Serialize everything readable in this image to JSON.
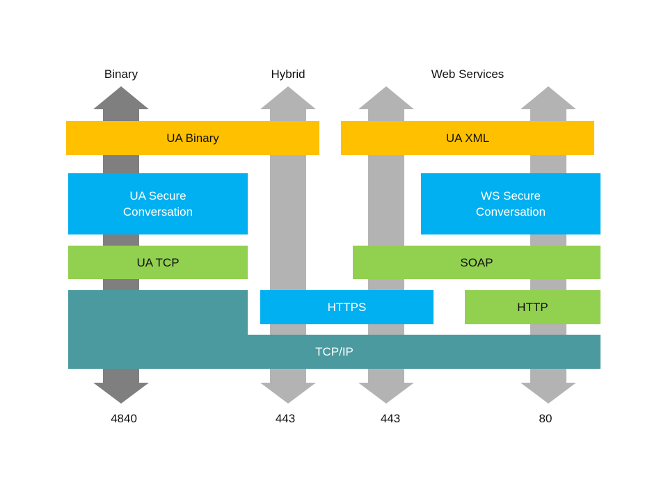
{
  "headers": {
    "binary": "Binary",
    "hybrid": "Hybrid",
    "web_services": "Web Services"
  },
  "ports": {
    "binary": "4840",
    "hybrid": "443",
    "ws_https": "443",
    "ws_http": "80"
  },
  "layers": {
    "ua_binary": "UA Binary",
    "ua_xml": "UA XML",
    "ua_secure_conversation": "UA Secure\nConversation",
    "ws_secure_conversation": "WS Secure\nConversation",
    "ua_tcp": "UA TCP",
    "soap": "SOAP",
    "https": "HTTPS",
    "http": "HTTP",
    "tcp_ip": "TCP/IP"
  },
  "colors": {
    "binary_arrow": "#7F7F7F",
    "other_arrows": "#B3B3B3",
    "yellow": "#FFC000",
    "blue": "#00B0F0",
    "green": "#92D050",
    "teal": "#4A9AA0"
  }
}
